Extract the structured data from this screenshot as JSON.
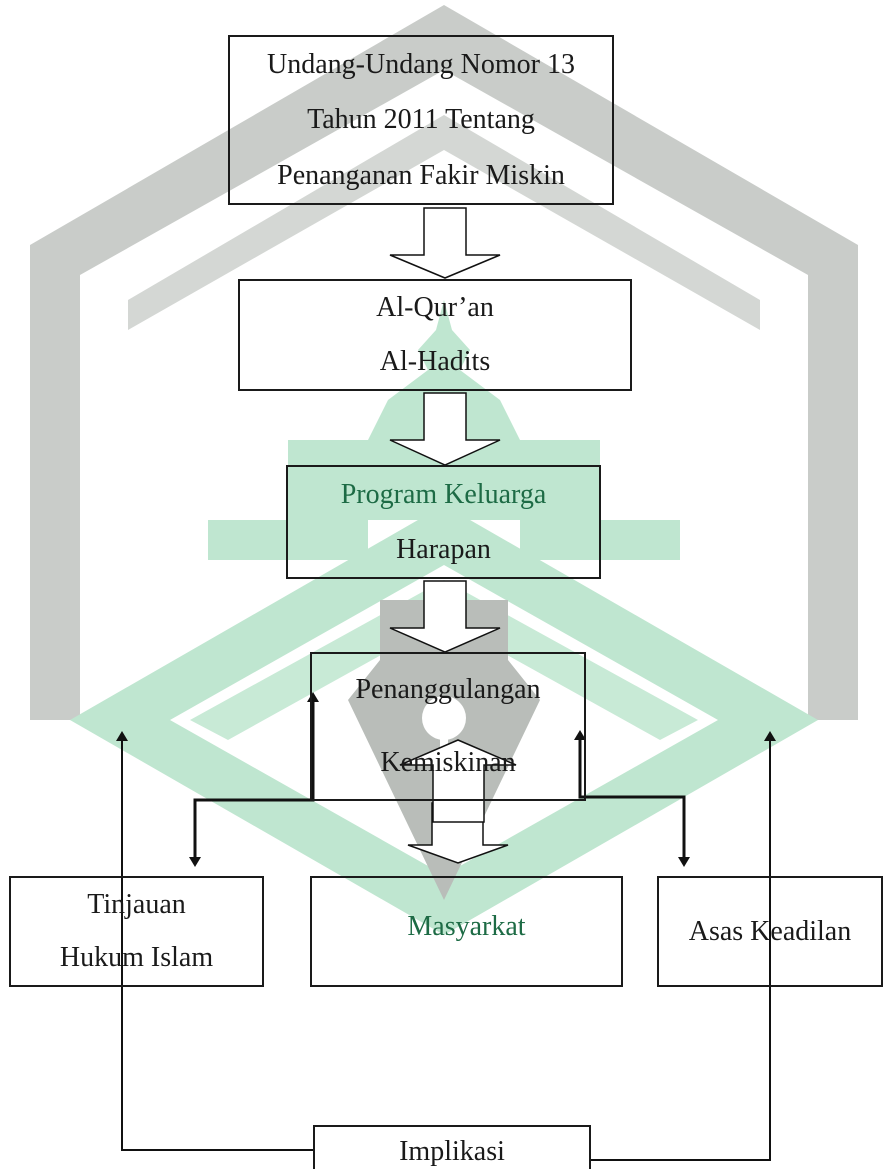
{
  "colors": {
    "watermark_grey": "#c9ccc9",
    "watermark_green": "#bfe6d0",
    "watermark_pen": "#b9bdb9",
    "line": "#111111",
    "text": "#1a1a1a"
  },
  "boxes": {
    "uu": {
      "lines": [
        "Undang-Undang Nomor 13",
        "Tahun 2011 Tentang",
        "Penanganan Fakir Miskin"
      ]
    },
    "quran": {
      "lines": [
        "Al-Qur’an",
        "Al-Hadits"
      ]
    },
    "pkh": {
      "lines": [
        "Program Keluarga",
        "Harapan"
      ]
    },
    "penanggulangan": {
      "lines": [
        "Penanggulangan",
        "Kemiskinan"
      ]
    },
    "tinjauan": {
      "lines": [
        "Tinjauan",
        "Hukum Islam"
      ]
    },
    "masyarakat": {
      "lines": [
        "Masyarkat"
      ]
    },
    "asas": {
      "lines": [
        "Asas Keadilan"
      ]
    },
    "implikasi": {
      "lines": [
        "Implikasi"
      ]
    }
  }
}
